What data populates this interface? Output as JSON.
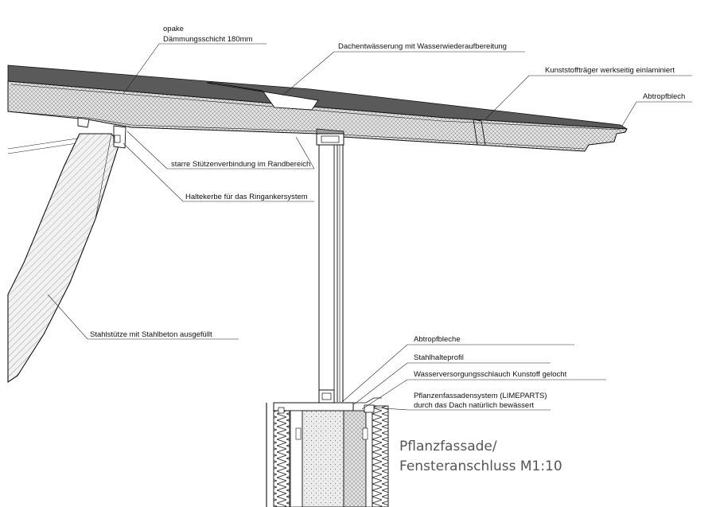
{
  "labels": {
    "insulation_line1": "opake",
    "insulation_line2": "Dämmungsschicht  180mm",
    "drainage": "Dachentwässerung mit Wasserwiederaufbereitung",
    "plastic_carrier": "Kunststoffträger werkseitig einlaminiert",
    "drip_sheet": "Abtropfblech",
    "rigid_support": "starre Stützenverbindung im Randbereich",
    "ring_anchor": "Haltekerbe für das Ringankersystem",
    "steel_column": "Stahlstütze mit Stahlbeton ausgefüllt",
    "drip_sheets": "Abtropfbleche",
    "steel_profile": "Stahlhalteprofil",
    "water_hose": "Wasserversorgungsschlauch Kunstoff gelocht",
    "plant_system_line1": "Pflanzenfassadensystem  (LIMEPARTS)",
    "plant_system_line2": "durch das Dach natürlich bewässert"
  },
  "title": {
    "line1": "Pflanzfassade/",
    "line2": "Fensteranschluss   M1:10"
  },
  "colors": {
    "roof_top": "#555555",
    "insulation": "#d8d8d8",
    "line": "#111111",
    "title_text": "#555555"
  }
}
